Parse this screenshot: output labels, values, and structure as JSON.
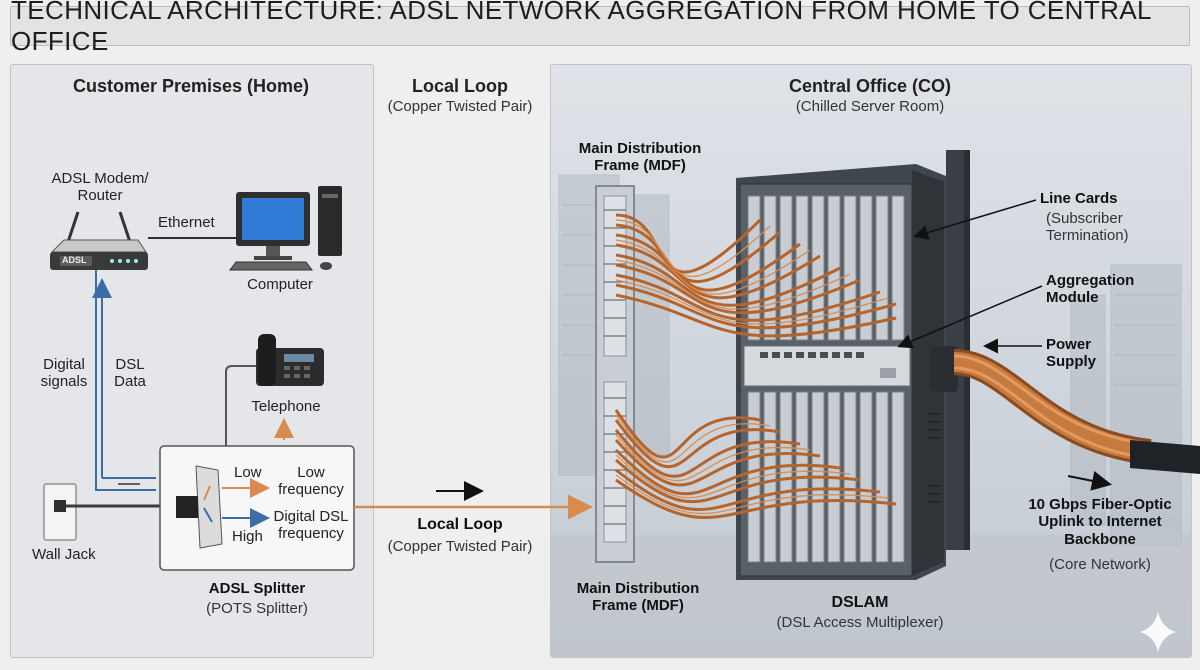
{
  "title": "TECHNICAL ARCHITECTURE: ADSL NETWORK AGGREGATION FROM HOME TO CENTRAL OFFICE",
  "customer_premises": {
    "header": "Customer Premises (Home)",
    "modem_label": "ADSL Modem/ Router",
    "modem_badge": "ADSL",
    "ethernet_label": "Ethernet",
    "computer_label": "Computer",
    "digital_signals_label": "Digital signals",
    "dsl_data_label": "DSL Data",
    "telephone_label": "Telephone",
    "wall_jack_label": "Wall Jack",
    "splitter": {
      "low_label": "Low",
      "high_label": "High",
      "low_freq_label": "Low frequency",
      "high_freq_label": "Digital DSL frequency",
      "name": "ADSL Splitter",
      "subname": "(POTS Splitter)"
    }
  },
  "local_loop": {
    "top_title": "Local Loop",
    "top_subtitle": "(Copper Twisted Pair)",
    "bottom_title": "Local Loop",
    "bottom_subtitle": "(Copper Twisted Pair)"
  },
  "central_office": {
    "header": "Central Office (CO)",
    "subheader": "(Chilled Server Room)",
    "mdf_top": "Main Distribution Frame (MDF)",
    "mdf_bottom": "Main Distribution Frame (MDF)",
    "line_cards": "Line Cards",
    "line_cards_sub": "(Subscriber Termination)",
    "aggregation": "Aggregation Module",
    "power": "Power Supply",
    "uplink": "10 Gbps Fiber-Optic Uplink to Internet Backbone",
    "uplink_sub": "(Core Network)",
    "dslam": "DSLAM",
    "dslam_sub": "(DSL Access Multiplexer)"
  },
  "colors": {
    "copper": "#b5652c",
    "copper_light": "#d98b4f",
    "signal_blue": "#3b6ea8",
    "rack_dark": "#3d4248",
    "panel_border": "#c4c4c4"
  }
}
